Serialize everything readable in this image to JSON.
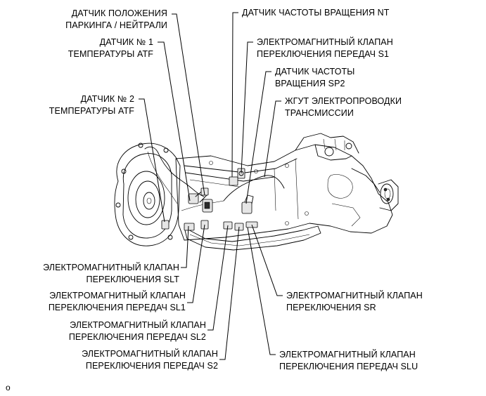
{
  "labels": {
    "park_neutral_sensor": [
      "ДАТЧИК ПОЛОЖЕНИЯ",
      "ПАРКИНГА / НЕЙТРАЛИ"
    ],
    "atf_temp_sensor_1": [
      "ДАТЧИК № 1",
      "ТЕМПЕРАТУРЫ ATF"
    ],
    "atf_temp_sensor_2": [
      "ДАТЧИК № 2",
      "ТЕМПЕРАТУРЫ ATF"
    ],
    "nt_speed_sensor": [
      "ДАТЧИК ЧАСТОТЫ ВРАЩЕНИЯ NT"
    ],
    "shift_solenoid_s1": [
      "ЭЛЕКТРОМАГНИТНЫЙ КЛАПАН",
      "ПЕРЕКЛЮЧЕНИЯ ПЕРЕДАЧ S1"
    ],
    "sp2_speed_sensor": [
      "ДАТЧИК ЧАСТОТЫ",
      "ВРАЩЕНИЯ SP2"
    ],
    "transmission_wire_harness": [
      "ЖГУТ ЭЛЕКТРОПРОВОДКИ",
      "ТРАНСМИССИИ"
    ],
    "solenoid_slt": [
      "ЭЛЕКТРОМАГНИТНЫЙ КЛАПАН",
      "ПЕРЕКЛЮЧЕНИЯ SLT"
    ],
    "solenoid_sl1": [
      "ЭЛЕКТРОМАГНИТНЫЙ КЛАПАН",
      "ПЕРЕКЛЮЧЕНИЯ ПЕРЕДАЧ SL1"
    ],
    "solenoid_sl2": [
      "ЭЛЕКТРОМАГНИТНЫЙ КЛАПАН",
      "ПЕРЕКЛЮЧЕНИЯ ПЕРЕДАЧ SL2"
    ],
    "solenoid_s2": [
      "ЭЛЕКТРОМАГНИТНЫЙ КЛАПАН",
      "ПЕРЕКЛЮЧЕНИЯ ПЕРЕДАЧ S2"
    ],
    "solenoid_sr": [
      "ЭЛЕКТРОМАГНИТНЫЙ КЛАПАН",
      "ПЕРЕКЛЮЧЕНИЯ SR"
    ],
    "solenoid_slu": [
      "ЭЛЕКТРОМАГНИТНЫЙ КЛАПАН",
      "ПЕРЕКЛЮЧЕНИЯ ПЕРЕДАЧ SLU"
    ]
  },
  "corner_mark": "o"
}
